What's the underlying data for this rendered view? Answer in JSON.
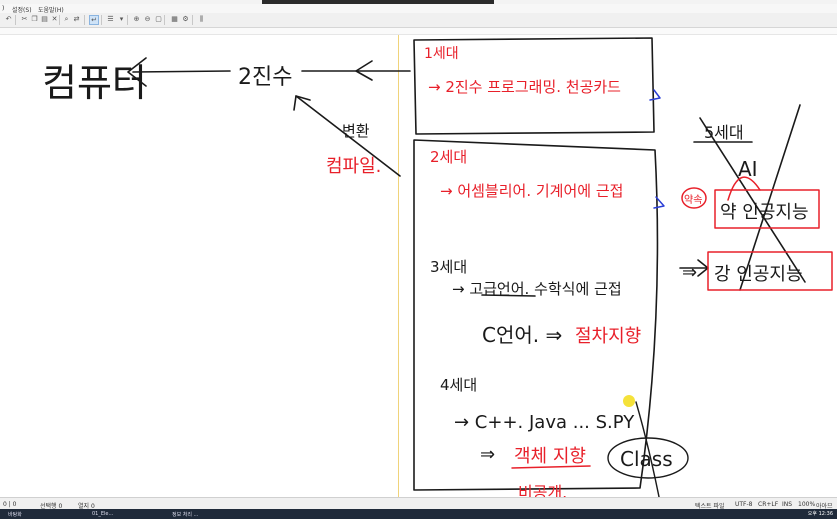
{
  "menu": {
    "m0": ")",
    "m1": "설정(S)",
    "m2": "도움말(H)"
  },
  "status": {
    "position": "0 | 0",
    "selection": "선택행 0",
    "column": "열지 0",
    "mode": "텍스트 파일",
    "encoding": "UTF-8",
    "line_ending": "CR+LF",
    "ins": "INS",
    "zoom": "100%",
    "extra": "아아므"
  },
  "taskbar": {
    "clock": "오후 12:36",
    "item1": "바탕화",
    "item2": "01_Ele...",
    "item3": "정보 처리 ..."
  },
  "notes": {
    "computer": "컴퓨터",
    "binary": "2진수",
    "convert": "변환",
    "compile": "컴파일.",
    "gen1": "1세대",
    "gen1_desc": "→ 2진수 프로그래밍.  천공카드",
    "gen2": "2세대",
    "gen2_desc": "→ 어셈블리어.  기계어에 근접",
    "gen3": "3세대",
    "gen3_desc": "→ 고급언어.  수학식에 근접",
    "gen3_c": "C언어. ⇒",
    "gen3_proc": "절차지향",
    "gen4": "4세대",
    "gen4_desc": "→ C++. Java ... S.PY",
    "gen4_oop_arrow": "⇒",
    "gen4_oop": "객체 지향",
    "gen4_class": "Class",
    "gen4_hide": "비공개.",
    "gen5": "5세대",
    "ai": "AI",
    "weak_tag": "약속",
    "weak_ai": "약  인공지능",
    "strong_arrow": "⇒",
    "strong_ai": "강  인공지능"
  },
  "colors": {
    "ink_black": "#1a1a1a",
    "ink_red": "#e8202a",
    "ink_blue": "#2a3ed6",
    "margin_line": "#f0d37a"
  }
}
